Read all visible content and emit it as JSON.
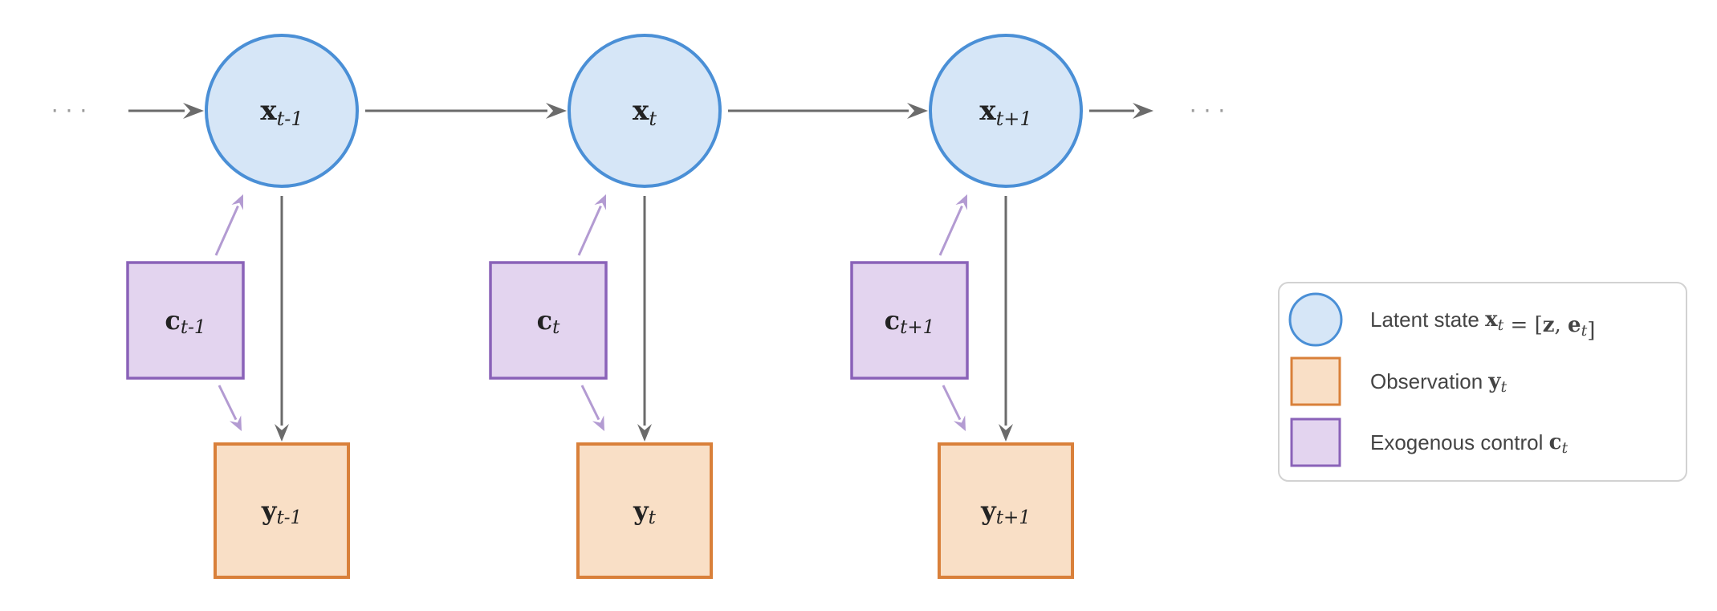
{
  "diagram": {
    "continuation_left": "· · ·",
    "continuation_right": "· · ·",
    "colors": {
      "latent_fill": "#d6e6f7",
      "latent_stroke": "#4a8fd6",
      "observation_fill": "#f9dfc6",
      "observation_stroke": "#d9803a",
      "control_fill": "#e3d4ef",
      "control_stroke": "#8a62b8",
      "main_arrow": "#6b6b6b",
      "control_arrow": "#b39bd2"
    },
    "steps": [
      {
        "latent": {
          "base": "x",
          "sub": "t-1"
        },
        "observation": {
          "base": "y",
          "sub": "t-1"
        },
        "control": {
          "base": "c",
          "sub": "t-1"
        }
      },
      {
        "latent": {
          "base": "x",
          "sub": "t"
        },
        "observation": {
          "base": "y",
          "sub": "t"
        },
        "control": {
          "base": "c",
          "sub": "t"
        }
      },
      {
        "latent": {
          "base": "x",
          "sub": "t+1"
        },
        "observation": {
          "base": "y",
          "sub": "t+1"
        },
        "control": {
          "base": "c",
          "sub": "t+1"
        }
      }
    ]
  },
  "legend": {
    "items": [
      {
        "kind": "latent",
        "text": "Latent state ",
        "math": [
          {
            "t": "x",
            "style": "bold"
          },
          {
            "t": "t",
            "style": "sub"
          },
          {
            "t": " = [",
            "style": "plain"
          },
          {
            "t": "z",
            "style": "bold"
          },
          {
            "t": ", ",
            "style": "plain"
          },
          {
            "t": "e",
            "style": "bold"
          },
          {
            "t": "t",
            "style": "sub"
          },
          {
            "t": "]",
            "style": "plain"
          }
        ]
      },
      {
        "kind": "observation",
        "text": "Observation ",
        "math": [
          {
            "t": "y",
            "style": "bold"
          },
          {
            "t": "t",
            "style": "sub"
          }
        ]
      },
      {
        "kind": "control",
        "text": "Exogenous control ",
        "math": [
          {
            "t": "c",
            "style": "bold"
          },
          {
            "t": "t",
            "style": "sub"
          }
        ]
      }
    ]
  }
}
